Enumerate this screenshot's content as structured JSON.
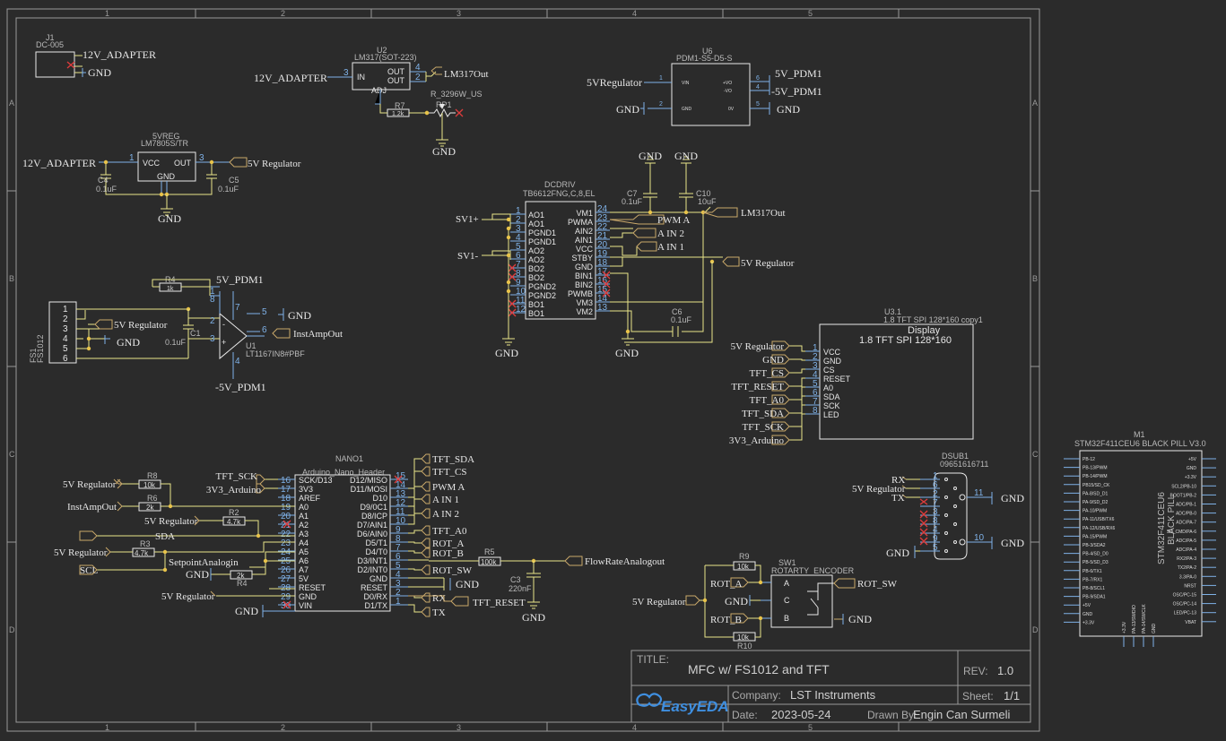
{
  "frame": {
    "columns": [
      "1",
      "2",
      "3",
      "4",
      "5"
    ],
    "rows": [
      "A",
      "B",
      "C",
      "D"
    ]
  },
  "title_block": {
    "title_label": "TITLE:",
    "title": "MFC w/ FS1012 and TFT",
    "rev_label": "REV:",
    "rev": "1.0",
    "company_label": "Company:",
    "company": "LST Instruments",
    "sheet_label": "Sheet:",
    "sheet": "1/1",
    "date_label": "Date:",
    "date": "2023-05-24",
    "drawn_label": "Drawn By:",
    "drawn_by": "Engin Can Surmeli",
    "logo": "EasyEDA"
  },
  "nets": {
    "adapter": "12V_ADAPTER",
    "gnd": "GND",
    "lm317out": "LM317Out",
    "v5reg": "5V Regulator",
    "v5reg_nospace": "5VRegulator",
    "p5pdm": "5V_PDM1",
    "m5pdm": "-5V_PDM1",
    "instamp": "InstAmpOut",
    "sv1p": "SV1+",
    "sv1m": "SV1-",
    "pwma": "PWM A",
    "ain2": "A IN 2",
    "ain1": "A IN 1",
    "tft_cs": "TFT_CS",
    "tft_reset": "TFT_RESET",
    "tft_a0": "TFT_A0",
    "tft_sda": "TFT_SDA",
    "tft_sck": "TFT_SCK",
    "v33": "3V3_Arduino",
    "sda": "SDA",
    "scl": "SCL",
    "setpoint": "SetpointAnalogin",
    "flow": "FlowRateAnalogout",
    "rot_a": "ROT_A",
    "rot_b": "ROT_B",
    "rot_sw": "ROT_SW",
    "rx": "RX",
    "tx": "TX"
  },
  "components": {
    "j1": {
      "ref": "J1",
      "value": "DC-005"
    },
    "u2": {
      "ref": "U2",
      "value": "LM317(SOT-223)",
      "pins": [
        "IN",
        "OUT",
        "OUT",
        "ADJ"
      ]
    },
    "r7": {
      "ref": "R7",
      "value": "1.2k"
    },
    "rp1": {
      "ref": "RP1",
      "value": "R_3296W_US"
    },
    "u6": {
      "ref": "U6",
      "value": "PDM1-S5-D5-S",
      "pins": [
        "VIN",
        "GND",
        "+VO",
        "-VO",
        "0V"
      ]
    },
    "vreg": {
      "ref": "5VREG",
      "value": "LM7805S/TR",
      "pins": [
        "VCC",
        "OUT",
        "GND"
      ]
    },
    "c4": {
      "ref": "C4",
      "value": "0.1uF"
    },
    "c5": {
      "ref": "C5",
      "value": "0.1uF"
    },
    "dcdriv": {
      "ref": "DCDRIV",
      "value": "TB6612FNG,C,8,EL",
      "left": [
        "AO1",
        "AO1",
        "PGND1",
        "PGND1",
        "AO2",
        "AO2",
        "BO2",
        "BO2",
        "PGND2",
        "PGND2",
        "BO1",
        "BO1"
      ],
      "right": [
        "VM1",
        "PWMA",
        "AIN2",
        "AIN1",
        "VCC",
        "STBY",
        "GND",
        "BIN1",
        "BIN2",
        "PWMB",
        "VM3",
        "VM2"
      ],
      "lnum": [
        "1",
        "2",
        "3",
        "4",
        "5",
        "6",
        "7",
        "8",
        "9",
        "10",
        "11",
        "12"
      ],
      "rnum": [
        "24",
        "23",
        "22",
        "21",
        "20",
        "19",
        "18",
        "17",
        "16",
        "15",
        "14",
        "13"
      ]
    },
    "c7": {
      "ref": "C7",
      "value": "0.1uF"
    },
    "c10": {
      "ref": "C10",
      "value": "10uF"
    },
    "c6": {
      "ref": "C6",
      "value": "0.1uF"
    },
    "fs1": {
      "ref": "FS1",
      "value": "FS1012"
    },
    "r4top": {
      "ref": "R4",
      "value": "1k"
    },
    "c1": {
      "ref": "C1",
      "value": "0.1uF"
    },
    "u1": {
      "ref": "U1",
      "value": "LT1167IN8#PBF"
    },
    "disp": {
      "ref": "U3.1",
      "value": "1.8 TFT SPI 128*160 copy1",
      "title": "Display",
      "subtitle": "1.8 TFT SPI 128*160",
      "pins": [
        "VCC",
        "GND",
        "CS",
        "RESET",
        "A0",
        "SDA",
        "SCK",
        "LED"
      ]
    },
    "nano": {
      "ref": "NANO1",
      "value": "Arduino_Nano_Header",
      "left": [
        "SCK/D13",
        "3V3",
        "AREF",
        "A0",
        "A1",
        "A2",
        "A3",
        "A4",
        "A5",
        "A6",
        "A7",
        "5V",
        "RESET",
        "GND",
        "VIN"
      ],
      "lnum": [
        "16",
        "17",
        "18",
        "19",
        "20",
        "21",
        "22",
        "23",
        "24",
        "25",
        "26",
        "27",
        "28",
        "29",
        "30"
      ],
      "right": [
        "D12/MISO",
        "D11/MOSI",
        "D10",
        "D9/0C1",
        "D8/ICP",
        "D7/AIN1",
        "D6/AIN0",
        "D5/T1",
        "D4/T0",
        "D3/INT1",
        "D2/INT0",
        "GND",
        "RESET",
        "D0/RX",
        "D1/TX"
      ],
      "rnum": [
        "15",
        "14",
        "13",
        "12",
        "11",
        "10",
        "9",
        "8",
        "7",
        "6",
        "5",
        "4",
        "3",
        "2",
        "1"
      ]
    },
    "r8": {
      "ref": "R8",
      "value": "10k"
    },
    "r6": {
      "ref": "R6",
      "value": "2k"
    },
    "r2": {
      "ref": "R2",
      "value": "4.7k"
    },
    "r3": {
      "ref": "R3",
      "value": "4.7k"
    },
    "r4": {
      "ref": "R4",
      "value": "2k"
    },
    "r5": {
      "ref": "R5",
      "value": "100k"
    },
    "c3": {
      "ref": "C3",
      "value": "220nF"
    },
    "dsub": {
      "ref": "DSUB1",
      "value": "09651616711"
    },
    "sw1": {
      "ref": "SW1",
      "value": "ROTARTY_ENCODER",
      "pins": [
        "A",
        "C",
        "B"
      ]
    },
    "r9": {
      "ref": "R9",
      "value": "10k"
    },
    "r10": {
      "ref": "R10",
      "value": "10k"
    },
    "m1": {
      "ref": "M1",
      "value": "STM32F411CEU6 BLACK PILL V3.0",
      "body1": "STM32F411CEU6",
      "body2": "BLACK PILL",
      "left": [
        "PB-12",
        "PB-13/PWM",
        "PB-14/PWM",
        "PB15/SD_CK",
        "PA-8/SD_D1",
        "PA-9/SD_D2",
        "PA-10/PWM",
        "PA-11/USB/TX6",
        "PA-12/USB/RX6",
        "PA-15/PWM",
        "PB-3/SDA2",
        "PB-4/SD_D0",
        "PB-5/SD_D3",
        "PB-6/TX1",
        "PB-7/RX1",
        "PB-8/SCL1",
        "PB-9/SDA1",
        "+5V",
        "GND",
        "+3.3V"
      ],
      "right": [
        "+5V",
        "GND",
        "+3.3V",
        "SCL2/PB-10",
        "BOOT1/PB-2",
        "ADC/PB-1",
        "ADC/PB-0",
        "ADC/PA-7",
        "SD_CMD/PA-6",
        "ADC/PA-5",
        "ADC/PA-4",
        "RX2/PA-3",
        "TX2/PA-2",
        "3.3/PA-0",
        "NRST",
        "OSC/PC-15",
        "OSC/PC-14",
        "LED/PC-13",
        "VBAT"
      ],
      "bottom": [
        "+3.3V",
        "PA-13/SWDIO",
        "PA-14/SWCLK",
        "GND"
      ]
    }
  }
}
